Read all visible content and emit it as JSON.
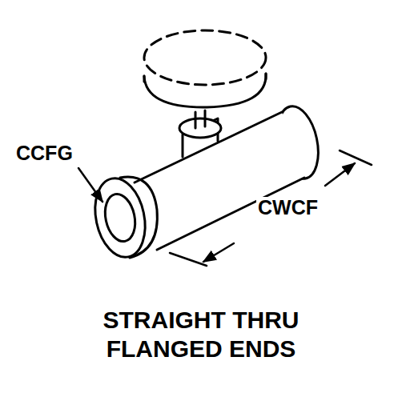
{
  "diagram": {
    "caption": "STRAIGHT THRU FLANGED ENDS",
    "labels": [
      "CCFG",
      "CWCF"
    ]
  }
}
